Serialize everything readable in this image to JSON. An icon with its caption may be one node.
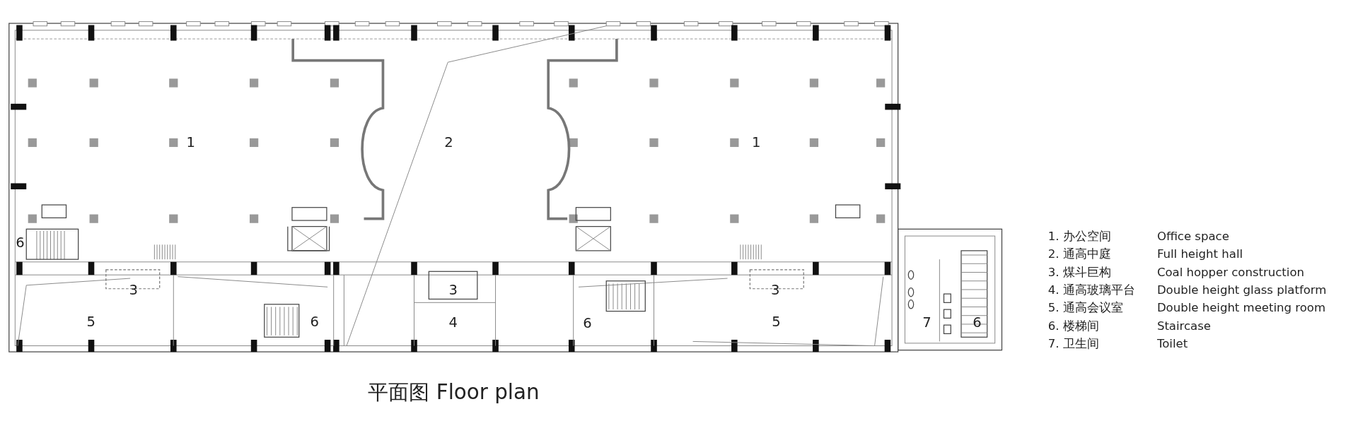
{
  "diagram": {
    "caption": "平面图 Floor plan",
    "labels": [
      "1",
      "2",
      "1",
      "6",
      "3",
      "3",
      "3",
      "5",
      "6",
      "4",
      "6",
      "5",
      "7",
      "6",
      "1. 办公空间",
      "Office space",
      "2. 通高中庭",
      "Full height hall",
      "3. 煤斗巨构",
      "Coal hopper construction",
      "4. 通高玻璃平台",
      "Double height glass platform",
      "5. 通高会议室",
      "Double height meeting room",
      "6. 楼梯间",
      "Staircase",
      "7. 卫生间",
      "Toilet"
    ]
  }
}
